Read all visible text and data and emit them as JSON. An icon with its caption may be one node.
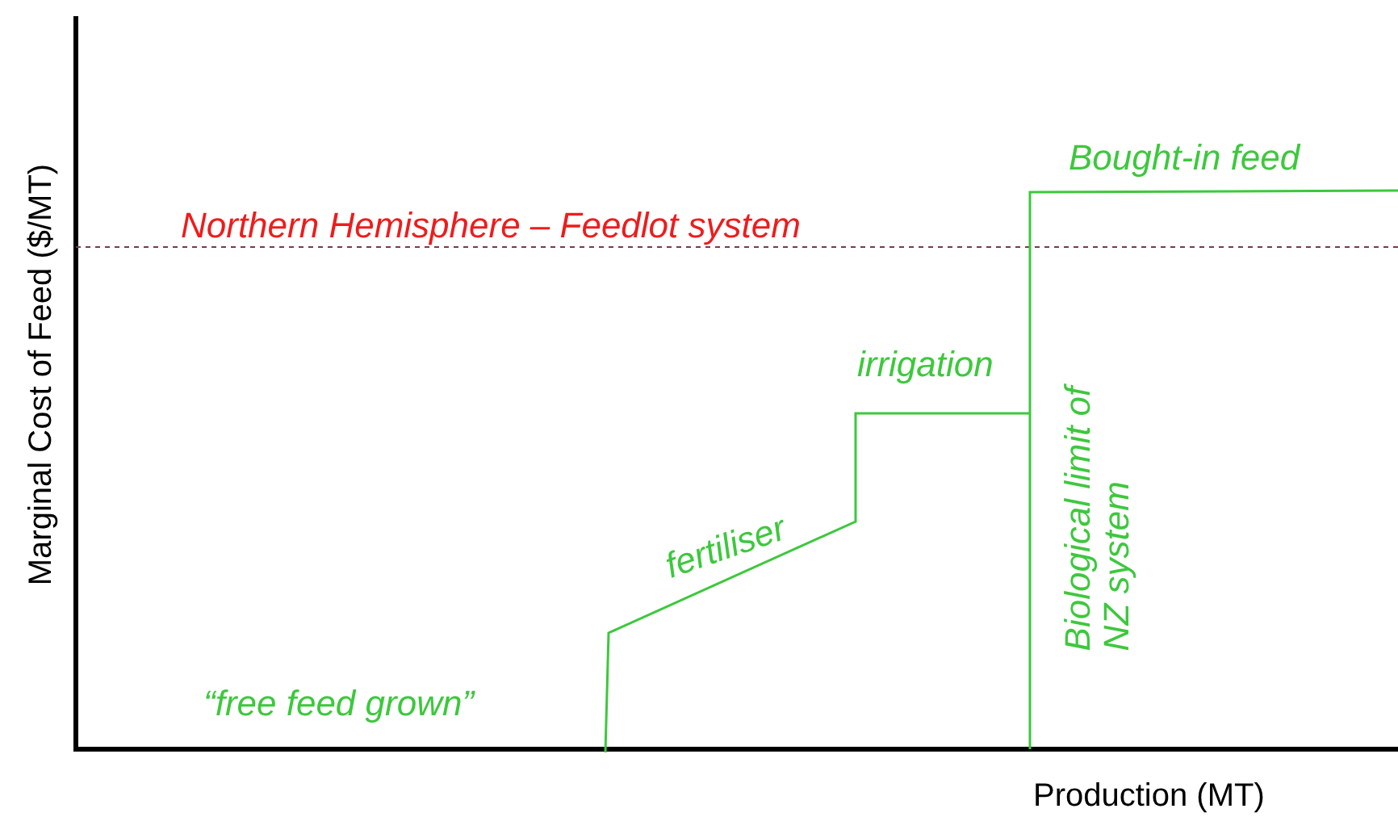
{
  "diagram": {
    "labels": [
      "Bought-in feed",
      "Northern Hemisphere – Feedlot system",
      "irrigation",
      "fertiliser",
      "Biological limit of NZ system",
      "“free feed grown”",
      "Marginal Cost of Feed ($/MT)",
      "Production (MT)"
    ]
  }
}
